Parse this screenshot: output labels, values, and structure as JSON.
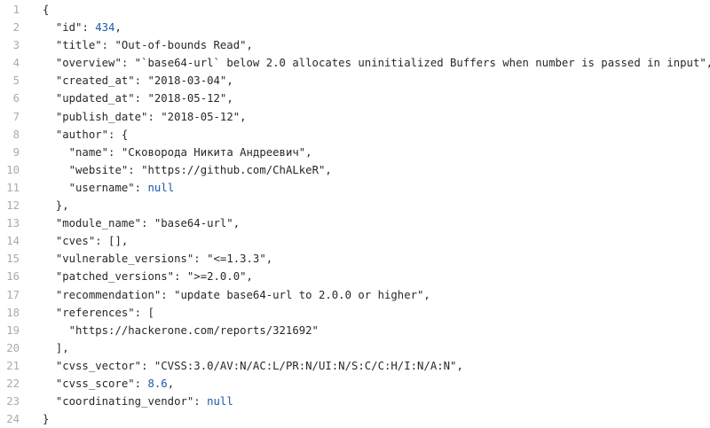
{
  "editor": {
    "lines": [
      [
        {
          "t": "punct",
          "v": "{"
        }
      ],
      [
        {
          "t": "punct",
          "v": "  "
        },
        {
          "t": "key",
          "v": "\"id\""
        },
        {
          "t": "punct",
          "v": ": "
        },
        {
          "t": "num",
          "v": "434"
        },
        {
          "t": "punct",
          "v": ","
        }
      ],
      [
        {
          "t": "punct",
          "v": "  "
        },
        {
          "t": "key",
          "v": "\"title\""
        },
        {
          "t": "punct",
          "v": ": "
        },
        {
          "t": "str",
          "v": "\"Out-of-bounds Read\""
        },
        {
          "t": "punct",
          "v": ","
        }
      ],
      [
        {
          "t": "punct",
          "v": "  "
        },
        {
          "t": "key",
          "v": "\"overview\""
        },
        {
          "t": "punct",
          "v": ": "
        },
        {
          "t": "str",
          "v": "\"`base64-url` below 2.0 allocates uninitialized Buffers when number is passed in input\""
        },
        {
          "t": "punct",
          "v": ","
        }
      ],
      [
        {
          "t": "punct",
          "v": "  "
        },
        {
          "t": "key",
          "v": "\"created_at\""
        },
        {
          "t": "punct",
          "v": ": "
        },
        {
          "t": "str",
          "v": "\"2018-03-04\""
        },
        {
          "t": "punct",
          "v": ","
        }
      ],
      [
        {
          "t": "punct",
          "v": "  "
        },
        {
          "t": "key",
          "v": "\"updated_at\""
        },
        {
          "t": "punct",
          "v": ": "
        },
        {
          "t": "str",
          "v": "\"2018-05-12\""
        },
        {
          "t": "punct",
          "v": ","
        }
      ],
      [
        {
          "t": "punct",
          "v": "  "
        },
        {
          "t": "key",
          "v": "\"publish_date\""
        },
        {
          "t": "punct",
          "v": ": "
        },
        {
          "t": "str",
          "v": "\"2018-05-12\""
        },
        {
          "t": "punct",
          "v": ","
        }
      ],
      [
        {
          "t": "punct",
          "v": "  "
        },
        {
          "t": "key",
          "v": "\"author\""
        },
        {
          "t": "punct",
          "v": ": {"
        }
      ],
      [
        {
          "t": "punct",
          "v": "    "
        },
        {
          "t": "key",
          "v": "\"name\""
        },
        {
          "t": "punct",
          "v": ": "
        },
        {
          "t": "str",
          "v": "\"Сковорода Никита Андреевич\""
        },
        {
          "t": "punct",
          "v": ","
        }
      ],
      [
        {
          "t": "punct",
          "v": "    "
        },
        {
          "t": "key",
          "v": "\"website\""
        },
        {
          "t": "punct",
          "v": ": "
        },
        {
          "t": "str",
          "v": "\"https://github.com/ChALkeR\""
        },
        {
          "t": "punct",
          "v": ","
        }
      ],
      [
        {
          "t": "punct",
          "v": "    "
        },
        {
          "t": "key",
          "v": "\"username\""
        },
        {
          "t": "punct",
          "v": ": "
        },
        {
          "t": "null",
          "v": "null"
        }
      ],
      [
        {
          "t": "punct",
          "v": "  },"
        }
      ],
      [
        {
          "t": "punct",
          "v": "  "
        },
        {
          "t": "key",
          "v": "\"module_name\""
        },
        {
          "t": "punct",
          "v": ": "
        },
        {
          "t": "str",
          "v": "\"base64-url\""
        },
        {
          "t": "punct",
          "v": ","
        }
      ],
      [
        {
          "t": "punct",
          "v": "  "
        },
        {
          "t": "key",
          "v": "\"cves\""
        },
        {
          "t": "punct",
          "v": ": [],"
        }
      ],
      [
        {
          "t": "punct",
          "v": "  "
        },
        {
          "t": "key",
          "v": "\"vulnerable_versions\""
        },
        {
          "t": "punct",
          "v": ": "
        },
        {
          "t": "str",
          "v": "\"<=1.3.3\""
        },
        {
          "t": "punct",
          "v": ","
        }
      ],
      [
        {
          "t": "punct",
          "v": "  "
        },
        {
          "t": "key",
          "v": "\"patched_versions\""
        },
        {
          "t": "punct",
          "v": ": "
        },
        {
          "t": "str",
          "v": "\">=2.0.0\""
        },
        {
          "t": "punct",
          "v": ","
        }
      ],
      [
        {
          "t": "punct",
          "v": "  "
        },
        {
          "t": "key",
          "v": "\"recommendation\""
        },
        {
          "t": "punct",
          "v": ": "
        },
        {
          "t": "str",
          "v": "\"update base64-url to 2.0.0 or higher\""
        },
        {
          "t": "punct",
          "v": ","
        }
      ],
      [
        {
          "t": "punct",
          "v": "  "
        },
        {
          "t": "key",
          "v": "\"references\""
        },
        {
          "t": "punct",
          "v": ": ["
        }
      ],
      [
        {
          "t": "punct",
          "v": "    "
        },
        {
          "t": "str",
          "v": "\"https://hackerone.com/reports/321692\""
        }
      ],
      [
        {
          "t": "punct",
          "v": "  ],"
        }
      ],
      [
        {
          "t": "punct",
          "v": "  "
        },
        {
          "t": "key",
          "v": "\"cvss_vector\""
        },
        {
          "t": "punct",
          "v": ": "
        },
        {
          "t": "str",
          "v": "\"CVSS:3.0/AV:N/AC:L/PR:N/UI:N/S:C/C:H/I:N/A:N\""
        },
        {
          "t": "punct",
          "v": ","
        }
      ],
      [
        {
          "t": "punct",
          "v": "  "
        },
        {
          "t": "key",
          "v": "\"cvss_score\""
        },
        {
          "t": "punct",
          "v": ": "
        },
        {
          "t": "num",
          "v": "8.6"
        },
        {
          "t": "punct",
          "v": ","
        }
      ],
      [
        {
          "t": "punct",
          "v": "  "
        },
        {
          "t": "key",
          "v": "\"coordinating_vendor\""
        },
        {
          "t": "punct",
          "v": ": "
        },
        {
          "t": "null",
          "v": "null"
        }
      ],
      [
        {
          "t": "punct",
          "v": "}"
        }
      ]
    ],
    "colors": {
      "background": "#ffffff",
      "text": "#24292e",
      "line_number": "#a6acb3",
      "literal": "#1d58a8"
    }
  }
}
